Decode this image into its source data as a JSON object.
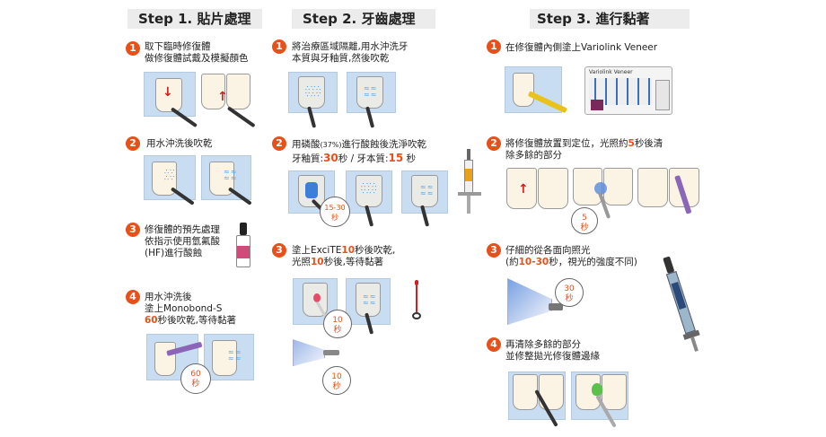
{
  "headers": {
    "step1": "Step 1. 貼片處理",
    "step2": "Step 2. 牙齒處理",
    "step3": "Step 3. 進行黏著"
  },
  "step1": {
    "s1": {
      "num": "1",
      "line1": "取下臨時修復體",
      "line2": "做修復體試戴及模擬顏色"
    },
    "s2": {
      "num": "2",
      "line1": "用水沖洗後吹乾"
    },
    "s3": {
      "num": "3",
      "line1": "修復體的預先處理",
      "line2": "依指示使用氫氟酸",
      "line3": "(HF)進行酸蝕"
    },
    "s4": {
      "num": "4",
      "line1": "用水沖洗後",
      "line2": "塗上Monobond-S",
      "line3_red": "60",
      "line3_rest": "秒後吹乾,等待黏著",
      "bubble_num": "60",
      "bubble_unit": "秒"
    }
  },
  "step2": {
    "s1": {
      "num": "1",
      "line1": "將治療區域隔離,用水沖洗牙",
      "line2": "本質與牙釉質,然後吹乾"
    },
    "s2": {
      "num": "2",
      "line1a": "用磷酸",
      "line1b": "(37%)",
      "line1c": "進行酸蝕後洗淨吹乾",
      "line2a": "牙釉質:",
      "line2b": "30",
      "line2c": "秒 / 牙本質:",
      "line2d": "15",
      "line2e": " 秒",
      "bubble_num": "15-30",
      "bubble_unit": "秒"
    },
    "s3": {
      "num": "3",
      "line1a": "塗上ExciTE",
      "line1b": "10",
      "line1c": "秒後吹乾,",
      "line2a": "光照",
      "line2b": "10",
      "line2c": "秒後,等待黏著",
      "bubble1_num": "10",
      "bubble1_unit": "秒",
      "bubble2_num": "10",
      "bubble2_unit": "秒"
    }
  },
  "step3": {
    "s1": {
      "num": "1",
      "line1": "在修復體內側塗上Variolink Veneer",
      "kit_label": "Variolink Veneer"
    },
    "s2": {
      "num": "2",
      "line1a": "將修復體放置到定位，光照約",
      "line1b": "5",
      "line1c": "秒後清",
      "line2": "除多餘的部分",
      "bubble_num": "5",
      "bubble_unit": "秒"
    },
    "s3": {
      "num": "3",
      "line1": "仔細的從各面向照光",
      "line2a": "(約",
      "line2b": "10-30",
      "line2c": "秒，視光的強度不同)",
      "bubble_num": "30",
      "bubble_unit": "秒"
    },
    "s4": {
      "num": "4",
      "line1": "再清除多餘的部分",
      "line2": "並修整拋光修復體邊緣"
    }
  },
  "colors": {
    "accent": "#e8501a",
    "illustration_bg": "#c8dcf2",
    "header_bg": "#ececec"
  }
}
